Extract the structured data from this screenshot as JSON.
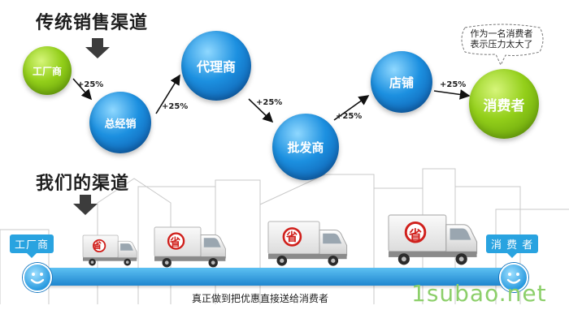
{
  "traditional": {
    "title": "传统销售渠道",
    "nodes": {
      "factory": "工厂商",
      "general_distributor": "总经销",
      "agent": "代理商",
      "wholesaler": "批发商",
      "store": "店铺",
      "consumer": "消费者"
    },
    "markups": [
      "+25%",
      "+25%",
      "+25%",
      "+25%",
      "+25%"
    ],
    "consumer_note": [
      "作为一名消费者",
      "表示压力太大了"
    ]
  },
  "ours": {
    "title": "我们的渠道",
    "start_label": "工厂商",
    "end_label": "消 费 者",
    "truck_mark": "省",
    "slogan": "真正做到把优惠直接送给消费者"
  },
  "colors": {
    "green": "#93cf1a",
    "blue": "#1c90e0",
    "bar": "#2a9be0",
    "truck_red": "#d0201c"
  },
  "watermark": "1subao.net"
}
